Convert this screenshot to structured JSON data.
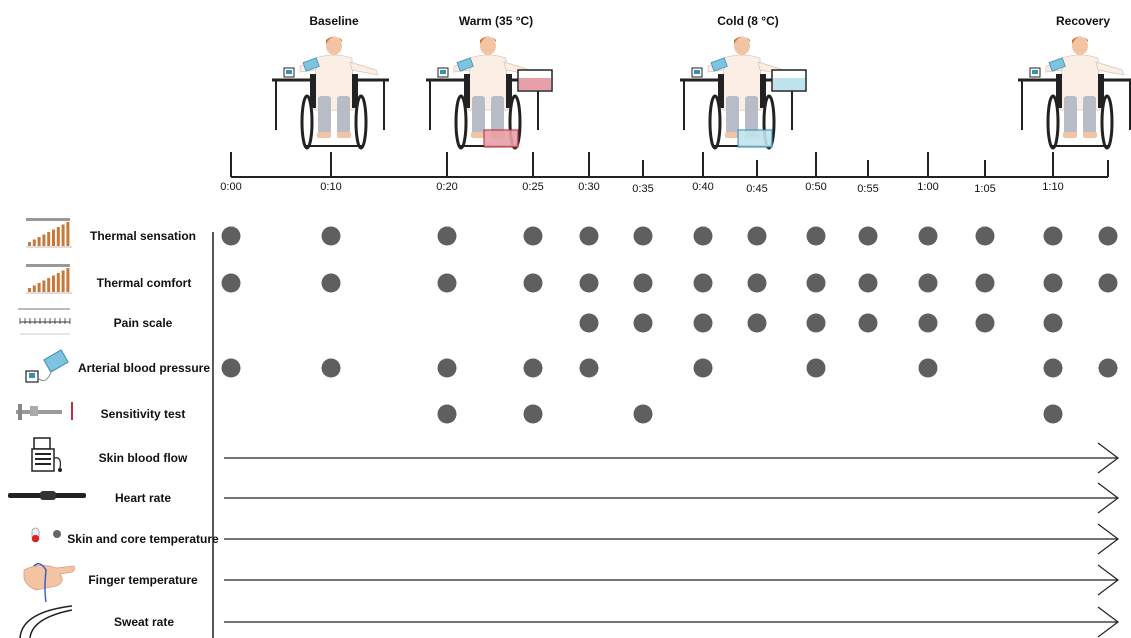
{
  "phases": [
    {
      "key": "baseline",
      "title": "Baseline"
    },
    {
      "key": "warm",
      "title": "Warm (35 °C)"
    },
    {
      "key": "cold",
      "title": "Cold (8 °C)"
    },
    {
      "key": "recovery",
      "title": "Recovery"
    }
  ],
  "timeline": {
    "ticks": [
      "0:00",
      "0:10",
      "0:20",
      "0:25",
      "0:30",
      "0:35",
      "0:40",
      "0:45",
      "0:50",
      "0:55",
      "1:00",
      "1:05",
      "1:10"
    ],
    "end_marker": true
  },
  "measurements": [
    {
      "key": "thermal-sensation",
      "label": "Thermal sensation",
      "type": "points",
      "icon": "thermal-sensation-scale-icon",
      "points": [
        "0:00",
        "0:10",
        "0:20",
        "0:25",
        "0:30",
        "0:35",
        "0:40",
        "0:45",
        "0:50",
        "0:55",
        "1:00",
        "1:05",
        "1:10",
        "end"
      ]
    },
    {
      "key": "thermal-comfort",
      "label": "Thermal comfort",
      "type": "points",
      "icon": "thermal-comfort-scale-icon",
      "points": [
        "0:00",
        "0:10",
        "0:20",
        "0:25",
        "0:30",
        "0:35",
        "0:40",
        "0:45",
        "0:50",
        "0:55",
        "1:00",
        "1:05",
        "1:10",
        "end"
      ]
    },
    {
      "key": "pain-scale",
      "label": "Pain scale",
      "type": "points",
      "icon": "pain-scale-icon",
      "points": [
        "0:30",
        "0:35",
        "0:40",
        "0:45",
        "0:50",
        "0:55",
        "1:00",
        "1:05",
        "1:10"
      ]
    },
    {
      "key": "arterial-blood-pressure",
      "label": "Arterial blood pressure",
      "type": "points",
      "icon": "blood-pressure-monitor-icon",
      "points": [
        "0:00",
        "0:10",
        "0:20",
        "0:25",
        "0:30",
        "0:40",
        "0:50",
        "1:00",
        "1:10",
        "end"
      ]
    },
    {
      "key": "sensitivity-test",
      "label": "Sensitivity test",
      "type": "points",
      "icon": "caliper-icon",
      "points": [
        "0:20",
        "0:25",
        "0:35",
        "1:10"
      ]
    },
    {
      "key": "skin-blood-flow",
      "label": "Skin blood flow",
      "type": "continuous",
      "icon": "laser-doppler-icon"
    },
    {
      "key": "heart-rate",
      "label": "Heart rate",
      "type": "continuous",
      "icon": "chest-strap-icon"
    },
    {
      "key": "skin-core-temperature",
      "label": "Skin and core temperature",
      "type": "continuous",
      "icon": "temperature-pill-icon"
    },
    {
      "key": "finger-temperature",
      "label": "Finger  temperature",
      "type": "continuous",
      "icon": "hand-probe-icon"
    },
    {
      "key": "sweat-rate",
      "label": "Sweat rate",
      "type": "continuous",
      "icon": "sweat-probe-icon"
    }
  ],
  "colors": {
    "dot": "#5f5f5f",
    "line": "#222222",
    "warm_water": "#e8a0a8",
    "cold_water": "#bfe3ee",
    "shirt": "#fbeee4",
    "skin": "#f2c4a4",
    "hair": "#c8793a",
    "pants": "#b8bcc6",
    "chair": "#222222",
    "scale_bar": "#c8793a"
  }
}
